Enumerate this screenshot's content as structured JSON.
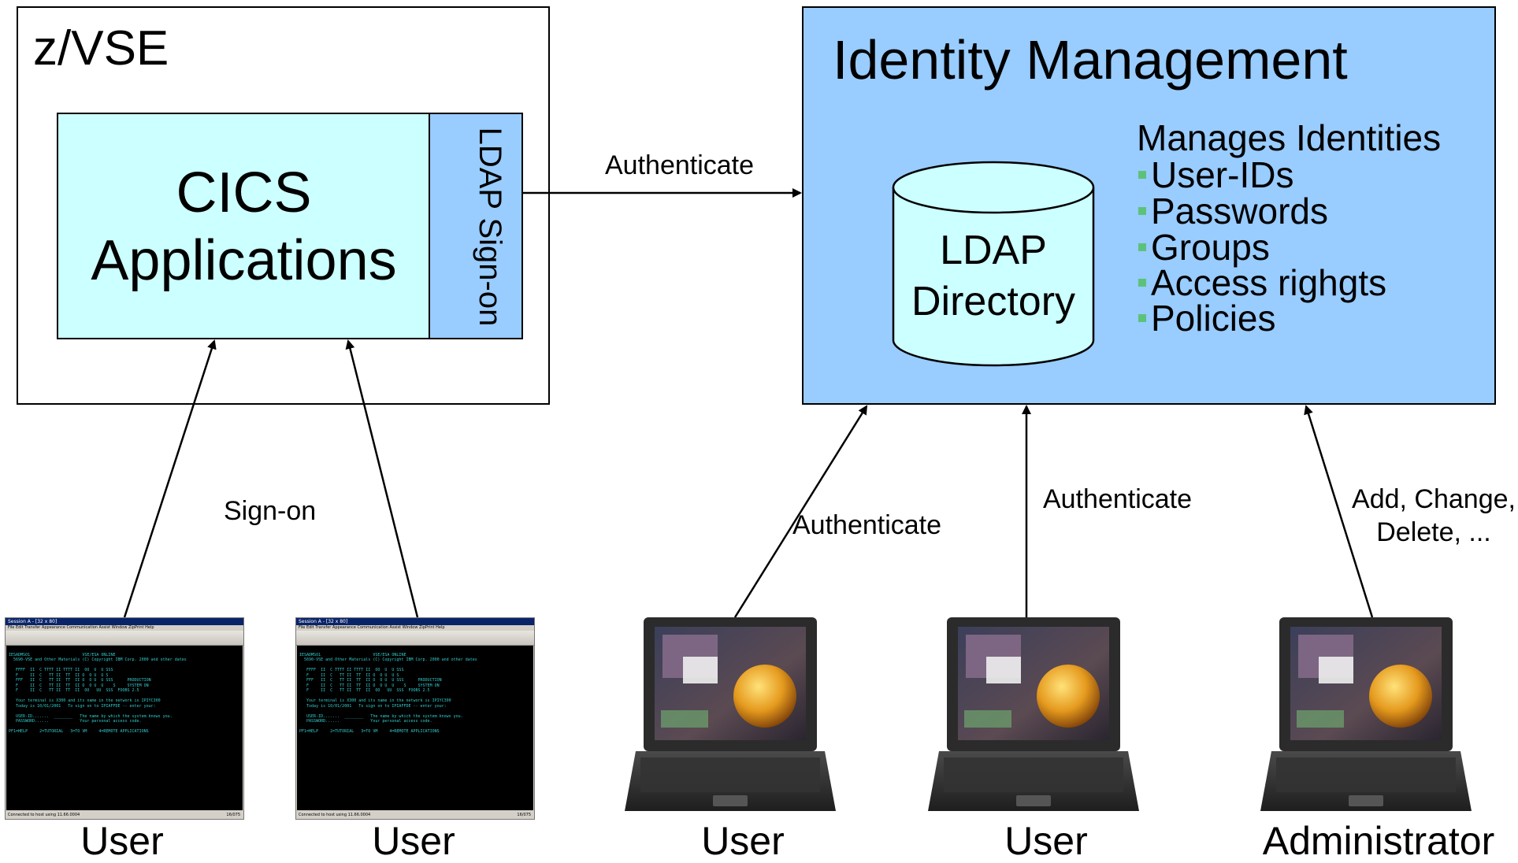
{
  "zvse": {
    "title": "z/VSE"
  },
  "cics": {
    "line1": "CICS",
    "line2": "Applications"
  },
  "ldap_signon": {
    "label": "LDAP Sign-on"
  },
  "identity": {
    "title": "Identity Management",
    "directory_line1": "LDAP",
    "directory_line2": "Directory",
    "manages_title": "Manages Identities",
    "items": [
      "User-IDs",
      "Passwords",
      "Groups",
      "Access righgts",
      "Policies"
    ]
  },
  "arrows": {
    "authenticate_top": "Authenticate",
    "signon": "Sign-on",
    "authenticate_laptop1": "Authenticate",
    "authenticate_laptop2": "Authenticate",
    "admin_line1": "Add, Change,",
    "admin_line2": "Delete, ..."
  },
  "terminal": {
    "window_title": "Session A - [32 x 80]",
    "menu": "File  Edit  Transfer  Appearance  Communication  Assist  Window  ZipPrint  Help",
    "lines": [
      "IESADMSO1                      VSE/ESA ONLINE",
      "  5690-VSE and Other Materials (C) Copyright IBM Corp. 2000 and other dates",
      "",
      "   FFFF  II  C TTTT II TTTT II  OO  U  U SSS",
      "   F     II  C   TT II  TT  II O  O U  U S",
      "   FFF   II  C   TT II  TT  II O  O U  U SSS      PRODUCTION",
      "   F     II  C   TT II  TT  II O  O U  U    S     SYSTEM ON",
      "   F     II  C   TT II  TT  II  OO   UU  SSS  FOOBS 2.5",
      "",
      "   Your terminal is X300 and its name in the network is IPIYC300",
      "   Today is 10/01/2001   To sign on to IPIAFFDE -- enter your:",
      "",
      "   USER-ID.......  ________   The name by which the system knows you.",
      "   PASSWORD......             Your personal access code.",
      "",
      "PF1=HELP     2=TUTORIAL   3=TO VM     4=REMOTE APPLICATIONS"
    ],
    "status_left": "Connected to host using 11.66.0004",
    "status_right": "16/075"
  },
  "users": {
    "user1": "User",
    "user2": "User",
    "user3": "User",
    "user4": "User",
    "admin": "Administrator"
  },
  "colors": {
    "cics_fill": "#ccffff",
    "ldap_fill": "#99ccff",
    "identity_fill": "#99ccff",
    "directory_fill": "#ccffff",
    "bullet": "#5cc27a",
    "terminal_bg": "#000000",
    "terminal_text": "#33cccc"
  }
}
